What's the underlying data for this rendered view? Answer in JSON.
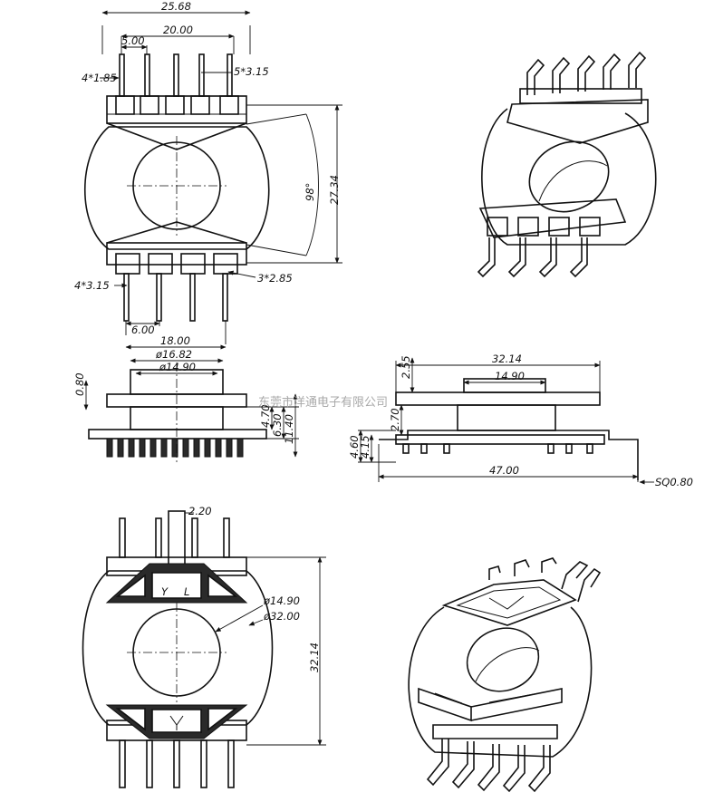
{
  "dims": {
    "overall_width": "25.68",
    "pin_span_top": "20.00",
    "pitch_top": "5.00",
    "pin_count_top": "4*1.85",
    "pin_size_top": "5*3.15",
    "height_27_34": "27.34",
    "angle": "98°",
    "pin_count_bottom": "4*3.15",
    "pin_size_bottom": "3*2.85",
    "pitch_bottom": "6.00",
    "pin_span_bottom": "18.00",
    "side_dia_outer": "ø16.82",
    "side_dia_inner": "ø14.90",
    "thick_080": "0.80",
    "h_470": "4.70",
    "h_630": "6.30",
    "h_1140": "11.40",
    "width_3214": "32.14",
    "inner_1490": "14.90",
    "h_255": "2.55",
    "h_270": "2.70",
    "h_460": "4.60",
    "h_415": "4.15",
    "width_4700": "47.00",
    "pin_sq": "SQ0.80",
    "slot_220": "2.20",
    "bore_1490": "ø14.90",
    "flange_3200": "ø32.00",
    "height_3214": "32.14"
  },
  "marks": {
    "mark_y_left": "Y",
    "mark_l_right": "L"
  },
  "watermark": "东莞市洋通电子有限公司"
}
